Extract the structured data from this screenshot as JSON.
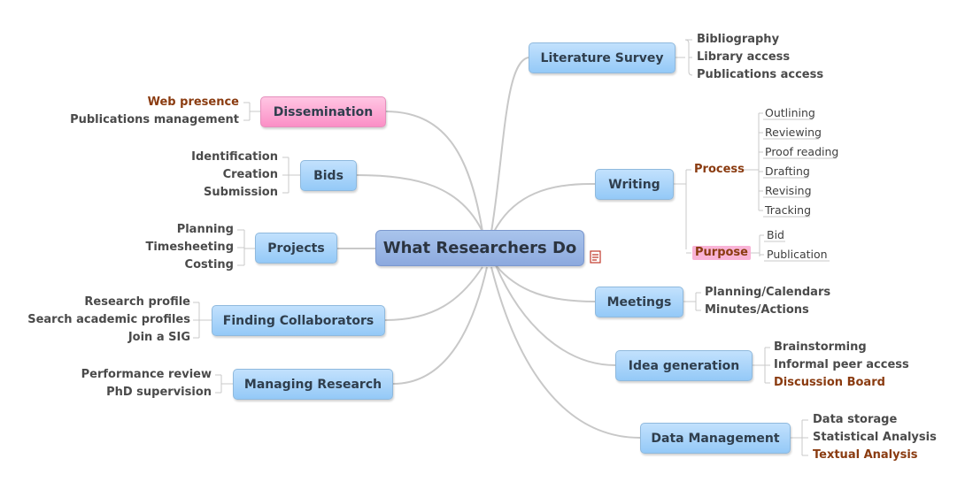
{
  "central": "What Researchers Do",
  "colors": {
    "branch": "#c8c8c8",
    "node": "#a6d3fb",
    "pink": "#fb9fcd",
    "highlight": "#8a3b10"
  },
  "icons": {
    "central_note": "note-icon"
  },
  "left": {
    "dissemination": {
      "label": "Dissemination",
      "items": [
        "Web presence",
        "Publications management"
      ]
    },
    "bids": {
      "label": "Bids",
      "items": [
        "Identification",
        "Creation",
        "Submission"
      ]
    },
    "projects": {
      "label": "Projects",
      "items": [
        "Planning",
        "Timesheeting",
        "Costing"
      ]
    },
    "collaborators": {
      "label": "Finding Collaborators",
      "items": [
        "Research profile",
        "Search academic profiles",
        "Join a SIG"
      ]
    },
    "managing": {
      "label": "Managing Research",
      "items": [
        "Performance review",
        "PhD supervision"
      ]
    }
  },
  "right": {
    "literature": {
      "label": "Literature Survey",
      "items": [
        "Bibliography",
        "Library access",
        "Publications access"
      ]
    },
    "writing": {
      "label": "Writing",
      "process": {
        "label": "Process",
        "items": [
          "Outlining",
          "Reviewing",
          "Proof reading",
          "Drafting",
          "Revising",
          "Tracking"
        ]
      },
      "purpose": {
        "label": "Purpose",
        "items": [
          "Bid",
          "Publication"
        ]
      }
    },
    "meetings": {
      "label": "Meetings",
      "items": [
        "Planning/Calendars",
        "Minutes/Actions"
      ]
    },
    "idea": {
      "label": "Idea generation",
      "items": [
        "Brainstorming",
        "Informal peer access",
        "Discussion Board"
      ]
    },
    "data": {
      "label": "Data Management",
      "items": [
        "Data storage",
        "Statistical Analysis",
        "Textual Analysis"
      ]
    }
  }
}
